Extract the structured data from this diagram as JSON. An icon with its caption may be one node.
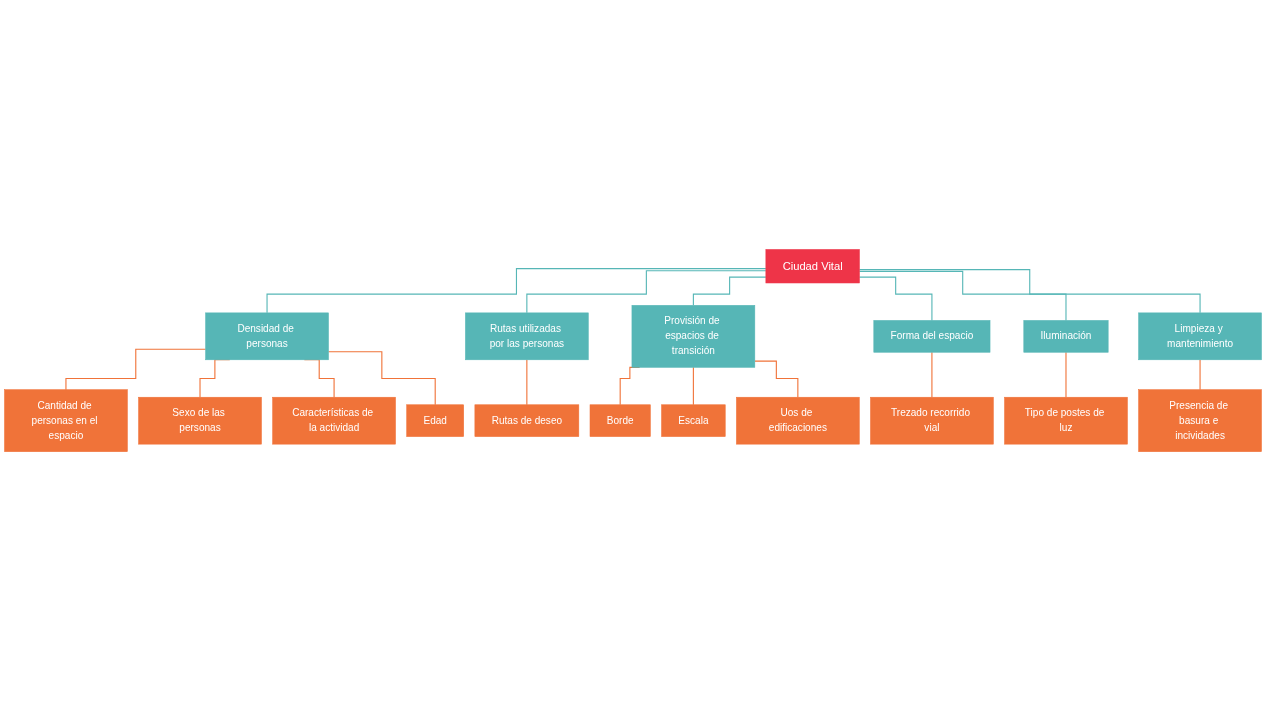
{
  "diagram": {
    "nodes": [
      {
        "text": [
          "Ciudad Vital"
        ]
      },
      {
        "text": [
          "Densidad de personas"
        ]
      },
      {
        "text": [
          "Rutas utilizadas por las personas"
        ]
      },
      {
        "text": [
          "Provisión de espacios de transición"
        ]
      },
      {
        "text": [
          "Forma del espacio"
        ]
      },
      {
        "text": [
          "Iluminación"
        ]
      },
      {
        "text": [
          "Limpieza y mantenimiento"
        ]
      },
      {
        "text": [
          "Cantidad de personas en el espacio"
        ]
      },
      {
        "text": [
          "Sexo de las personas"
        ]
      },
      {
        "text": [
          "Características de la actividad"
        ]
      },
      {
        "text": [
          "Edad"
        ]
      },
      {
        "text": [
          "Rutas de deseo"
        ]
      },
      {
        "text": [
          "Borde"
        ]
      },
      {
        "text": [
          "Escala"
        ]
      },
      {
        "text": [
          "Uos de edificaciones"
        ]
      },
      {
        "text": [
          "Trezado recorrido vial"
        ]
      },
      {
        "text": [
          "Tipo de postes de luz"
        ]
      },
      {
        "text": [
          "Presencia de basura e incividades"
        ]
      }
    ],
    "edges": [
      {
        "from": 0,
        "to": 1,
        "arrow": "none",
        "color": "#56b6b6"
      },
      {
        "from": 0,
        "to": 2,
        "arrow": "none",
        "color": "#56b6b6"
      },
      {
        "from": 0,
        "to": 3,
        "arrow": "none",
        "color": "#56b6b6"
      },
      {
        "from": 0,
        "to": 4,
        "arrow": "none",
        "color": "#56b6b6"
      },
      {
        "from": 0,
        "to": 5,
        "arrow": "none",
        "color": "#56b6b6"
      },
      {
        "from": 0,
        "to": 6,
        "arrow": "none",
        "color": "#56b6b6"
      },
      {
        "from": 1,
        "to": 7,
        "arrow": "none"
      },
      {
        "from": 1,
        "to": 8,
        "arrow": "none"
      },
      {
        "from": 1,
        "to": 9,
        "arrow": "none"
      },
      {
        "from": 1,
        "to": 10,
        "arrow": "none"
      },
      {
        "from": 2,
        "to": 11,
        "arrow": "none"
      },
      {
        "from": 3,
        "to": 12,
        "arrow": "none"
      },
      {
        "from": 3,
        "to": 13,
        "arrow": "none"
      },
      {
        "from": 3,
        "to": 14,
        "arrow": "none"
      },
      {
        "from": 4,
        "to": 15,
        "arrow": "none"
      },
      {
        "from": 5,
        "to": 16,
        "arrow": "none"
      },
      {
        "from": 6,
        "to": 17,
        "arrow": "none"
      }
    ]
  }
}
